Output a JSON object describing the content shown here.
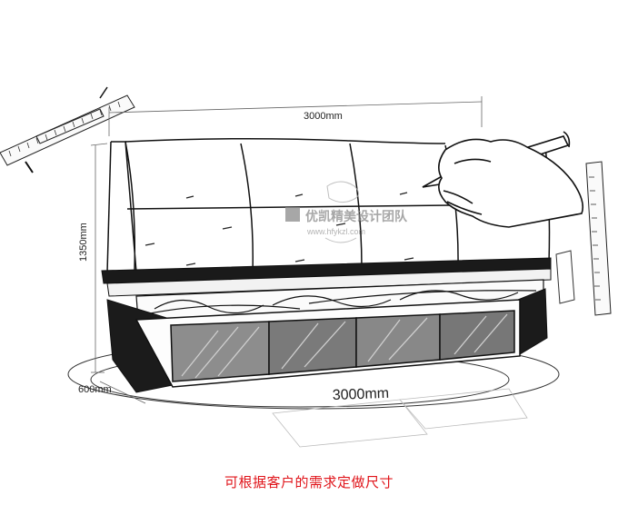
{
  "dimensions": {
    "top_width": "3000mm",
    "height": "1350mm",
    "depth": "600mm",
    "bottom_width": "3000mm"
  },
  "watermark": {
    "name": "优凯精美设计团队",
    "url": "www.hfykzl.com"
  },
  "caption": "可根据客户的需求定做尺寸",
  "colors": {
    "caption": "#e0141a",
    "line": "#111111",
    "glass": "#555555"
  }
}
